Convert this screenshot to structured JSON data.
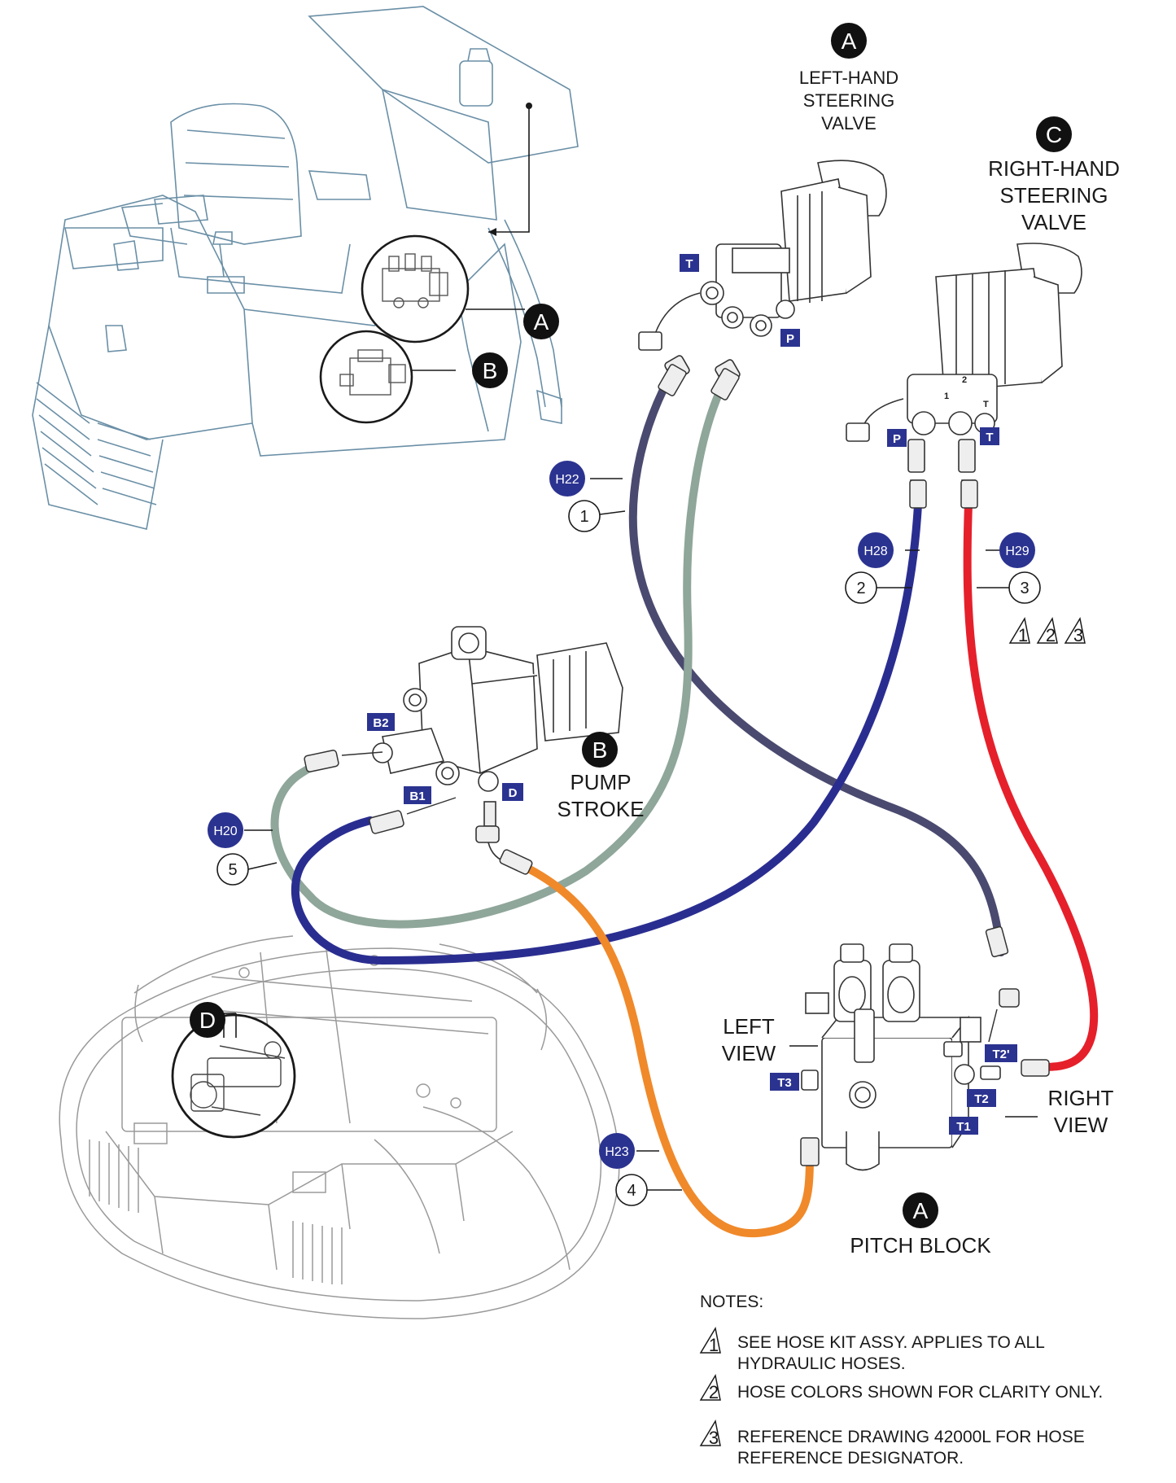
{
  "callouts": {
    "A": "A",
    "B": "B",
    "C": "C",
    "D": "D"
  },
  "labels": {
    "left_steering_valve": [
      "LEFT-HAND",
      "STEERING",
      "VALVE"
    ],
    "right_steering_valve": [
      "RIGHT-HAND",
      "STEERING",
      "VALVE"
    ],
    "pump_stroke": [
      "PUMP",
      "STROKE"
    ],
    "pitch_block": "PITCH BLOCK",
    "left_view": [
      "LEFT",
      "VIEW"
    ],
    "right_view": [
      "RIGHT",
      "VIEW"
    ]
  },
  "ports": {
    "left_T": "T",
    "left_P": "P",
    "right_P": "P",
    "right_T": "T",
    "B2": "B2",
    "B1": "B1",
    "D": "D",
    "T3": "T3",
    "T2_prime": "T2'",
    "T2": "T2",
    "T1": "T1"
  },
  "hoses": [
    {
      "tag": "H22",
      "item": "1",
      "color": "#4a4a70"
    },
    {
      "tag": "H28",
      "item": "2",
      "color": "#2a2d90"
    },
    {
      "tag": "H29",
      "item": "3",
      "color": "#e5202b"
    },
    {
      "tag": "H23",
      "item": "4",
      "color": "#f0892a"
    },
    {
      "tag": "H20",
      "item": "5",
      "color": "#8fa69a"
    }
  ],
  "note_flags": [
    "1",
    "2",
    "3"
  ],
  "notes": {
    "title": "NOTES:",
    "items": [
      {
        "num": "1",
        "lines": [
          "SEE HOSE KIT ASSY.  APPLIES TO ALL",
          "HYDRAULIC HOSES."
        ]
      },
      {
        "num": "2",
        "lines": [
          "HOSE COLORS SHOWN FOR CLARITY ONLY."
        ]
      },
      {
        "num": "3",
        "lines": [
          "REFERENCE DRAWING 42000L FOR HOSE",
          "REFERENCE DESIGNATOR."
        ]
      }
    ]
  },
  "colors": {
    "tag_fill": "#2b3390",
    "machine_line": "#6a8fa6",
    "frame_line": "#9a9a9a",
    "component_line": "#444444"
  }
}
